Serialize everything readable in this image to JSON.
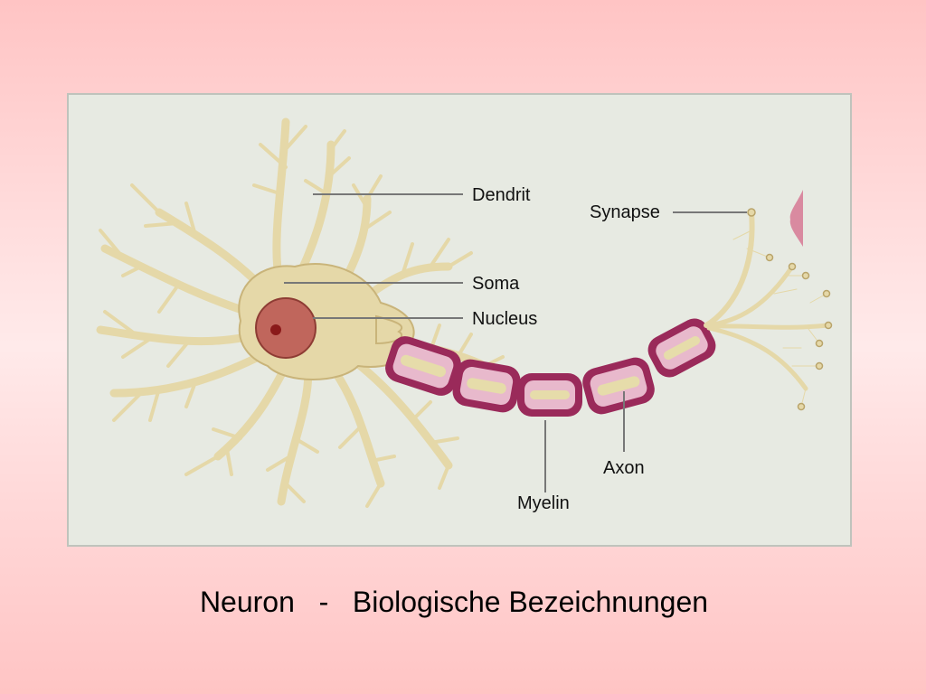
{
  "diagram": {
    "labels": {
      "dendrit": "Dendrit",
      "synapse": "Synapse",
      "soma": "Soma",
      "nucleus": "Nucleus",
      "axon": "Axon",
      "myelin": "Myelin"
    },
    "colors": {
      "panel": "#e7eae2",
      "cytoplasm": "#e5d8a8",
      "cytoplasm_outline": "#b9a46a",
      "nucleus": "#c0665c",
      "nucleolus": "#8a1a1a",
      "myelin": "#9a2a5a",
      "myelin_inner": "#e8b9cc",
      "axon_core": "#e6dcaa",
      "leader_line": "#777777"
    }
  },
  "caption": {
    "title": "Neuron",
    "separator": "-",
    "subtitle": "Biologische Bezeichnungen"
  }
}
